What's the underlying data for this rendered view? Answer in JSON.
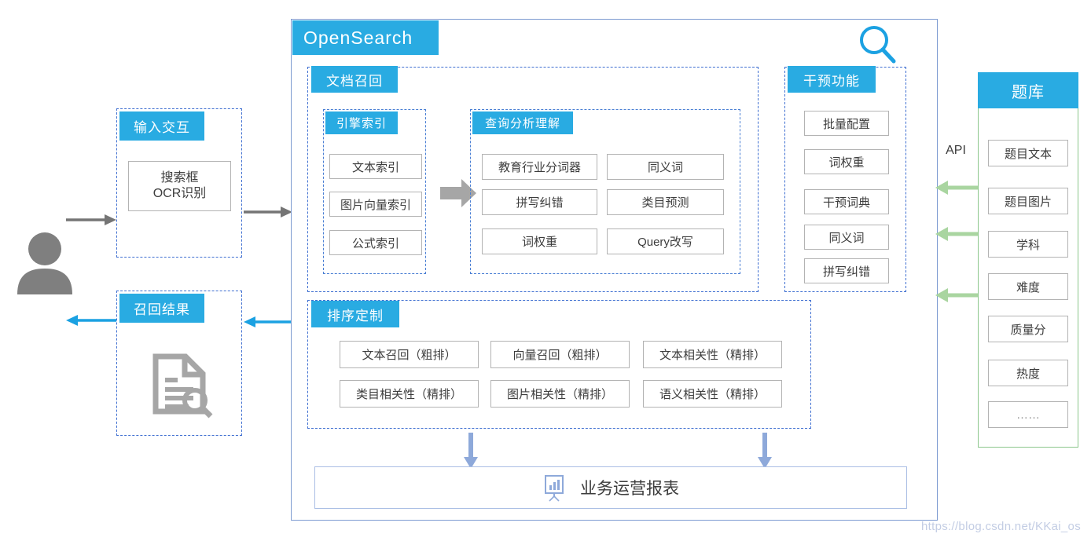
{
  "diagram": {
    "watermark": "https://blog.csdn.net/KKai_os",
    "colors": {
      "accent_blue": "#29ABE2",
      "dashed_blue": "#3F6FD1",
      "outer_border": "#7d9bd1",
      "green_border": "#8CC68C",
      "green_arrow": "#A9D5A0",
      "gray_arrow": "#757575",
      "blue_arrow": "#29ABE2",
      "down_arrow": "#8EA9DA",
      "cell_border": "#b3b3b3"
    }
  },
  "input_panel": {
    "title": "输入交互",
    "box_lines": [
      "搜索框",
      "OCR识别"
    ]
  },
  "result_panel": {
    "title": "召回结果",
    "icon": "document-search-icon"
  },
  "opensearch": {
    "title": "OpenSearch",
    "search_icon": "search-icon"
  },
  "doc_recall": {
    "title": "文档召回",
    "engine_index": {
      "title": "引擎索引",
      "items": [
        "文本索引",
        "图片向量索引",
        "公式索引"
      ]
    },
    "query_analysis": {
      "title": "查询分析理解",
      "items": [
        "教育行业分词器",
        "同义词",
        "拼写纠错",
        "类目预测",
        "词权重",
        "Query改写"
      ]
    }
  },
  "intervention": {
    "title": "干预功能",
    "items": [
      "批量配置",
      "词权重",
      "干预词典",
      "同义词",
      "拼写纠错"
    ]
  },
  "ranking": {
    "title": "排序定制",
    "items": [
      "文本召回（粗排）",
      "向量召回（粗排）",
      "文本相关性（精排）",
      "类目相关性（精排）",
      "图片相关性（精排）",
      "语义相关性（精排）"
    ]
  },
  "report": {
    "label": "业务运营报表",
    "icon": "chart-board-icon"
  },
  "question_bank": {
    "title": "题库",
    "items": [
      "题目文本",
      "题目图片",
      "学科",
      "难度",
      "质量分",
      "热度",
      "……"
    ]
  },
  "api": {
    "label": "API"
  },
  "actor": {
    "icon": "user-icon"
  }
}
